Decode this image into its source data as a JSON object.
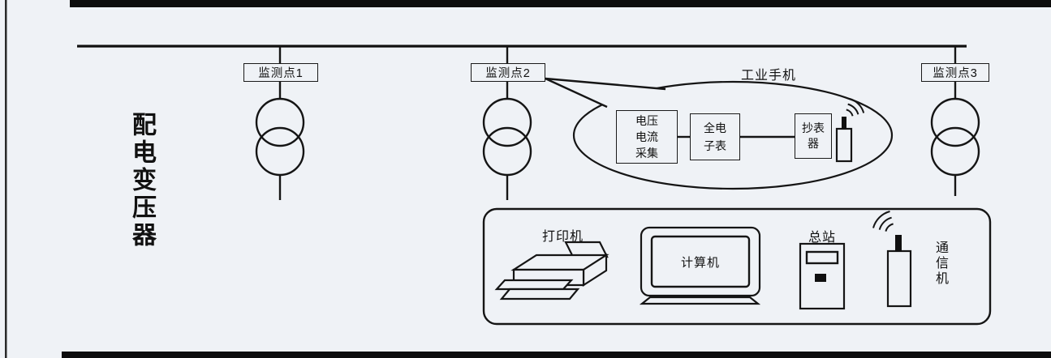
{
  "colors": {
    "background": "#eff2f6",
    "line": "#151515",
    "edge_bar": "#0d0d0d"
  },
  "left_label": {
    "text": "配电变压器"
  },
  "monitor_points": [
    {
      "label": "监测点1"
    },
    {
      "label": "监测点2"
    },
    {
      "label": "监测点3"
    }
  ],
  "callout": {
    "title": "工业手机",
    "boxes": [
      {
        "label": "电压\n电流\n采集"
      },
      {
        "label": "全电\n子表"
      },
      {
        "label": "抄表器"
      }
    ]
  },
  "station": {
    "printer_label": "打印机",
    "computer_label": "计算机",
    "master_label": "总站",
    "comm_label": "通信机"
  }
}
